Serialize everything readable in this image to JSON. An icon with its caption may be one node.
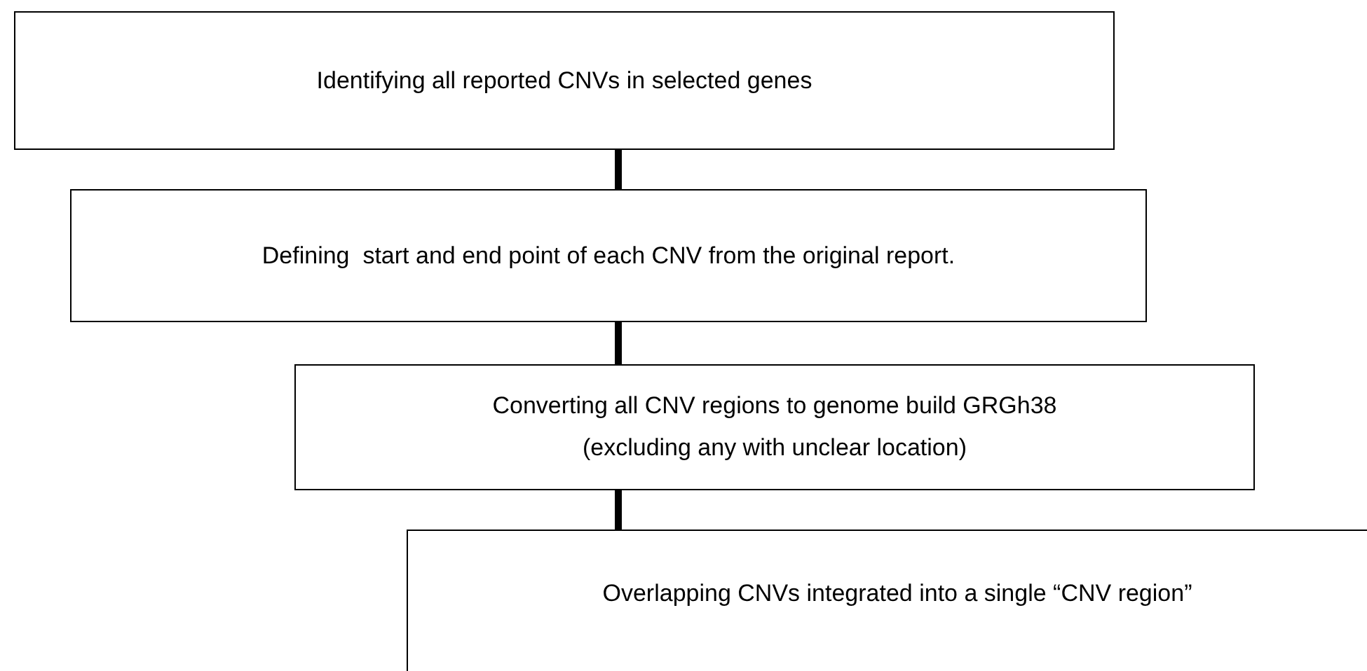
{
  "diagram": {
    "nodes": [
      {
        "text": [
          "Identifying all reported CNVs in selected genes"
        ]
      },
      {
        "text": [
          "Defining  start and end point of each CNV from the original report."
        ]
      },
      {
        "text": [
          "Converting all CNV regions to genome build GRGh38 (excluding any with unclear location)"
        ]
      },
      {
        "text": [
          "Overlapping CNVs integrated into a single “CNV region”"
        ]
      }
    ],
    "edges": [
      {
        "from": 0,
        "to": 1,
        "arrow": "none"
      },
      {
        "from": 1,
        "to": 2,
        "arrow": "none"
      },
      {
        "from": 2,
        "to": 3,
        "arrow": "none"
      }
    ]
  }
}
